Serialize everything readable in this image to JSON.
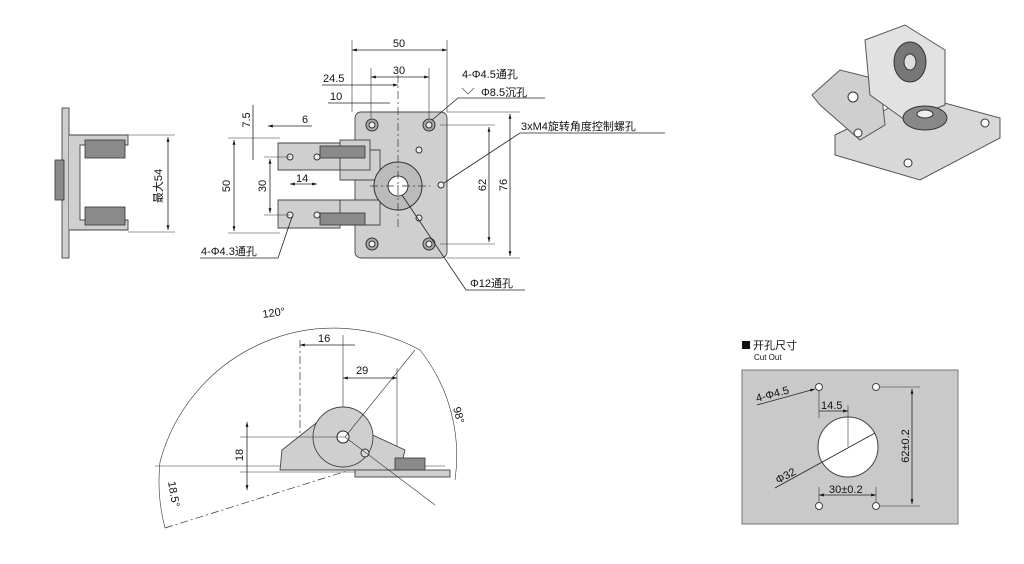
{
  "side_view": {
    "max_height": "最大54"
  },
  "front_view": {
    "dim_width": "50",
    "dim_24_5": "24.5",
    "dim_30_top": "30",
    "dim_10": "10",
    "dim_7_5": "7.5",
    "dim_6": "6",
    "dim_50_left": "50",
    "dim_30_left": "30",
    "dim_14": "14",
    "dim_62": "62",
    "dim_76": "76",
    "note_holes_mount": "4-Φ4.5通孔",
    "note_countersink": "Φ8.5沉孔",
    "note_m4": "3xM4旋转角度控制螺孔",
    "note_lug_holes": "4-Φ4.3通孔",
    "note_center_hole": "Φ12通孔"
  },
  "rotation_view": {
    "angle_120": "120°",
    "angle_98": "98°",
    "angle_18_5": "18.5°",
    "dim_16": "16",
    "dim_29": "29",
    "dim_18": "18"
  },
  "cutout": {
    "title": "开孔尺寸",
    "subtitle": "Cut Out",
    "holes": "4-Φ4.5",
    "dim_14_5": "14.5",
    "diameter": "Φ32",
    "dim_30": "30±0.2",
    "dim_62": "62±0.2"
  },
  "colors": {
    "part": "#cfcfcf",
    "panel": "#c9c9c9",
    "line": "#222222"
  }
}
